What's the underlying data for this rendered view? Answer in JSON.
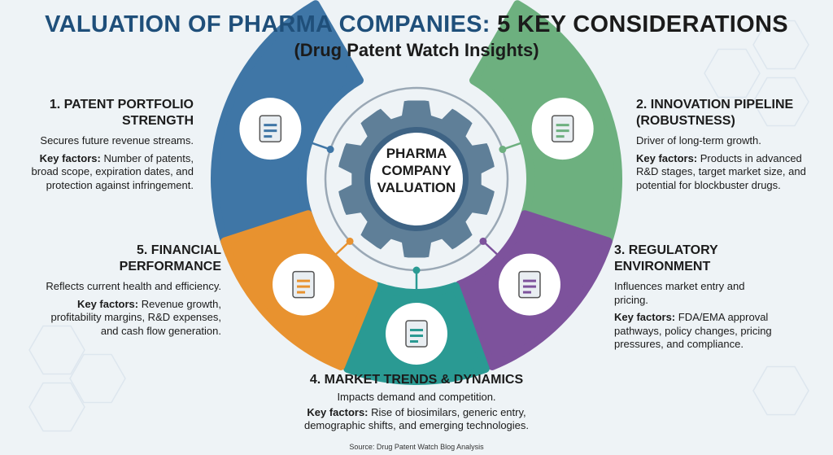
{
  "header": {
    "title_part1": "VALUATION OF PHARMA COMPANIES:",
    "title_part2": "5 KEY CONSIDERATIONS",
    "subtitle": "(Drug Patent Watch Insights)"
  },
  "center": {
    "label": "PHARMA COMPANY VALUATION"
  },
  "key_factors_label": "Key factors:",
  "sections": [
    {
      "heading": "1. PATENT PORTFOLIO STRENGTH",
      "summary": "Secures future revenue streams.",
      "factors": "Number of patents, broad scope, expiration dates, and protection against infringement.",
      "color": "#3f76a6",
      "icon": "shield-lock-document-icon"
    },
    {
      "heading": "2. INNOVATION PIPELINE (ROBUSTNESS)",
      "summary": "Driver of long-term growth.",
      "factors": "Products in advanced R&D stages, target market size, and potential for blockbuster drugs.",
      "color": "#6db07f",
      "icon": "lab-flask-icon"
    },
    {
      "heading": "3. REGULATORY ENVIRONMENT",
      "summary": "Influences market entry and pricing.",
      "factors": "FDA/EMA approval pathways, policy changes, pricing pressures, and compliance.",
      "color": "#7d529c",
      "icon": "courthouse-gavel-icon"
    },
    {
      "heading": "4. MARKET TRENDS & DYNAMICS",
      "summary": "Impacts demand and competition.",
      "factors": "Rise of biosimilars, generic entry, demographic shifts, and emerging technologies.",
      "color": "#2a9a93",
      "icon": "globe-trend-icon"
    },
    {
      "heading": "5. FINANCIAL PERFORMANCE",
      "summary": "Reflects current health and efficiency.",
      "factors": "Revenue growth, profitability margins, R&D expenses, and cash flow generation.",
      "color": "#e8922f",
      "icon": "coins-report-icon"
    }
  ],
  "source": "Source: Drug Patent Watch Blog Analysis"
}
